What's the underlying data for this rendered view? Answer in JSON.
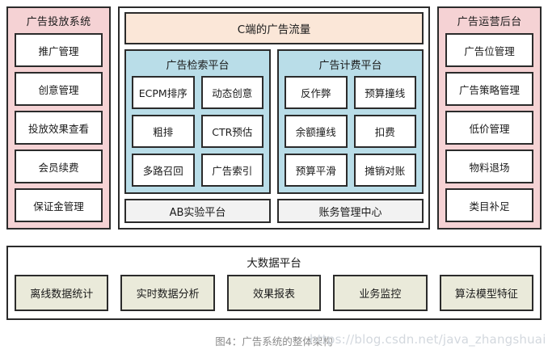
{
  "colors": {
    "pink_panel": "#f5d2d4",
    "blue_panel": "#b9dde8",
    "cream_band": "#fbe7d8",
    "olive_box": "#eaeada",
    "gray_box": "#f2f2f2",
    "border": "#2b2b2b",
    "white": "#ffffff",
    "caption_text": "#8a8a8a",
    "watermark_text": "#d3d8de"
  },
  "left_panel": {
    "title": "广告投放系统",
    "items": [
      {
        "label": "推广管理"
      },
      {
        "label": "创意管理"
      },
      {
        "label": "投放效果查看"
      },
      {
        "label": "会员续费"
      },
      {
        "label": "保证金管理"
      }
    ]
  },
  "center_panel": {
    "traffic_band": "C端的广告流量",
    "platforms": [
      {
        "title": "广告检索平台",
        "modules": [
          {
            "label": "ECPM排序"
          },
          {
            "label": "动态创意"
          },
          {
            "label": "粗排"
          },
          {
            "label": "CTR预估"
          },
          {
            "label": "多路召回"
          },
          {
            "label": "广告索引"
          }
        ]
      },
      {
        "title": "广告计费平台",
        "modules": [
          {
            "label": "反作弊"
          },
          {
            "label": "预算撞线"
          },
          {
            "label": "余额撞线"
          },
          {
            "label": "扣费"
          },
          {
            "label": "预算平滑"
          },
          {
            "label": "摊销对账"
          }
        ]
      }
    ],
    "footer_boxes": [
      {
        "label": "AB实验平台"
      },
      {
        "label": "账务管理中心"
      }
    ]
  },
  "right_panel": {
    "title": "广告运营后台",
    "items": [
      {
        "label": "广告位管理"
      },
      {
        "label": "广告策略管理"
      },
      {
        "label": "低价管理"
      },
      {
        "label": "物料退场"
      },
      {
        "label": "类目补足"
      }
    ]
  },
  "bigdata_panel": {
    "title": "大数据平台",
    "items": [
      {
        "label": "离线数据统计"
      },
      {
        "label": "实时数据分析"
      },
      {
        "label": "效果报表"
      },
      {
        "label": "业务监控"
      },
      {
        "label": "算法模型特征"
      }
    ]
  },
  "caption": "图4：广告系统的整体架构",
  "watermark": "https://blog.csdn.net/java_zhangshuai"
}
